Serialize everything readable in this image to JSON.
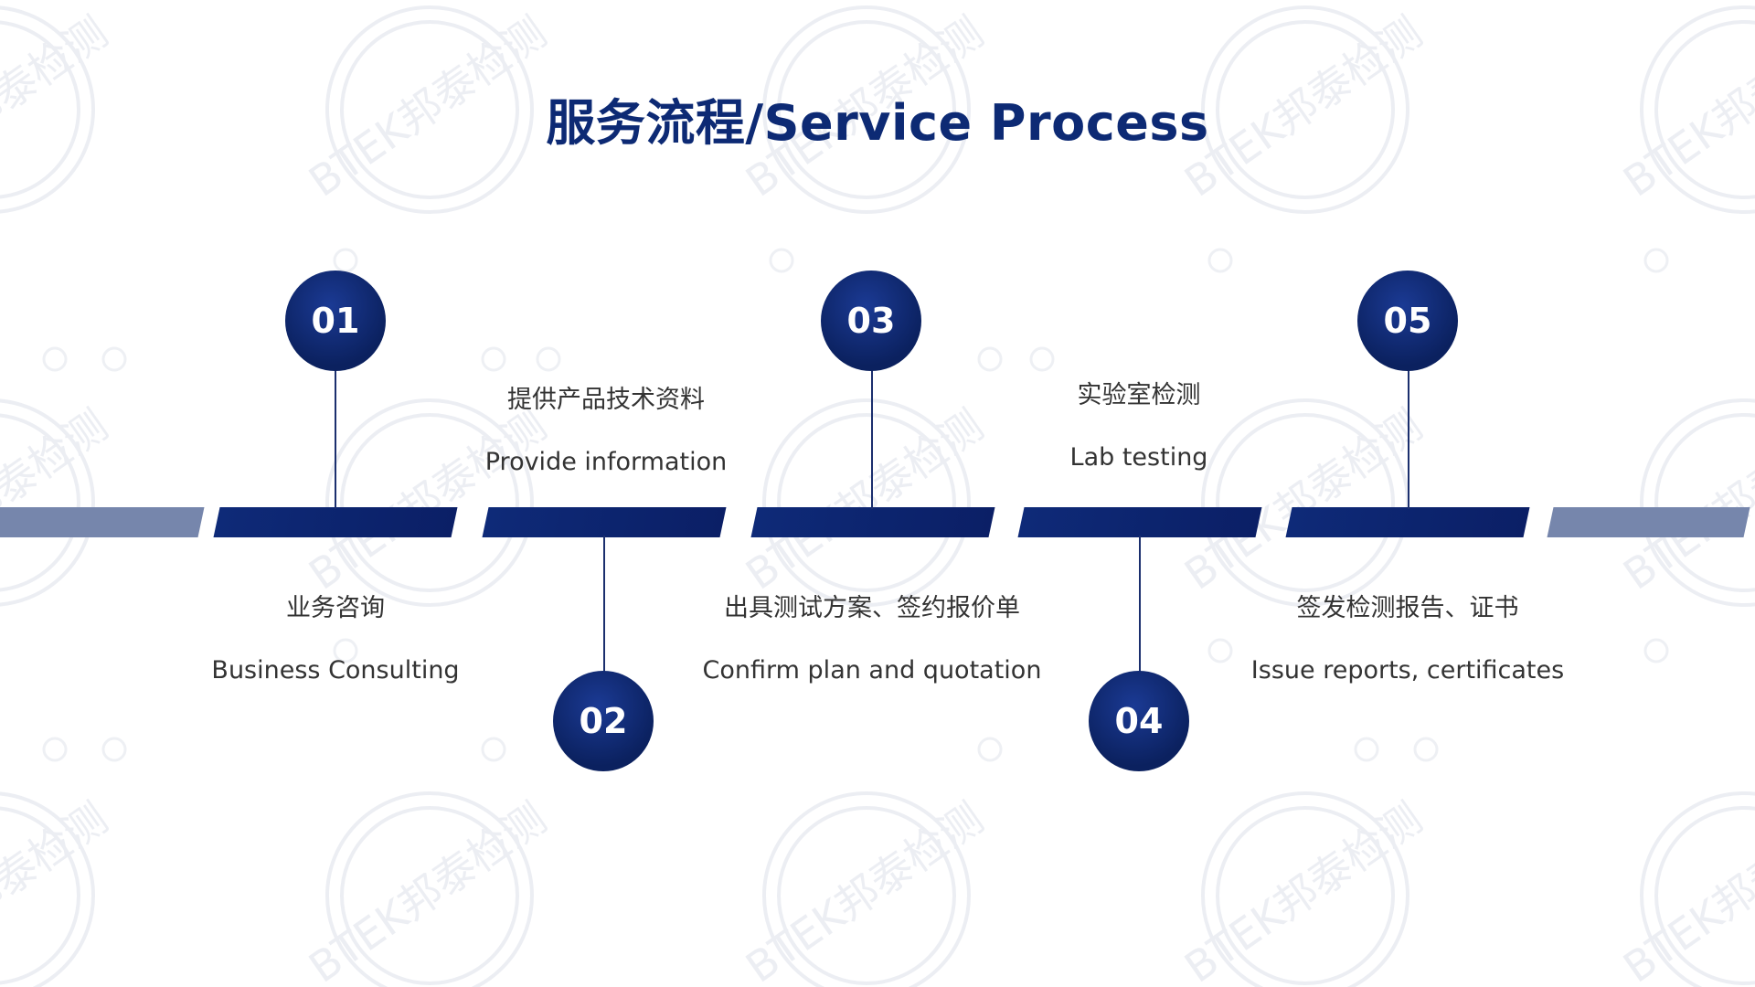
{
  "page": {
    "title": "服务流程/Service Process",
    "watermark_text": "BTEK邦泰检测",
    "colors": {
      "primary": "#0d2a74",
      "bar_light": "#7686ac",
      "text": "#333333"
    }
  },
  "steps": [
    {
      "number": "01",
      "title_cn": "业务咨询",
      "title_en": "Business Consulting"
    },
    {
      "number": "02",
      "title_cn": "提供产品技术资料",
      "title_en": "Provide information"
    },
    {
      "number": "03",
      "title_cn": "出具测试方案、签约报价单",
      "title_en": "Confirm plan and quotation"
    },
    {
      "number": "04",
      "title_cn": "实验室检测",
      "title_en": "Lab testing"
    },
    {
      "number": "05",
      "title_cn": "签发检测报告、证书",
      "title_en": "Issue reports, certificates"
    }
  ]
}
